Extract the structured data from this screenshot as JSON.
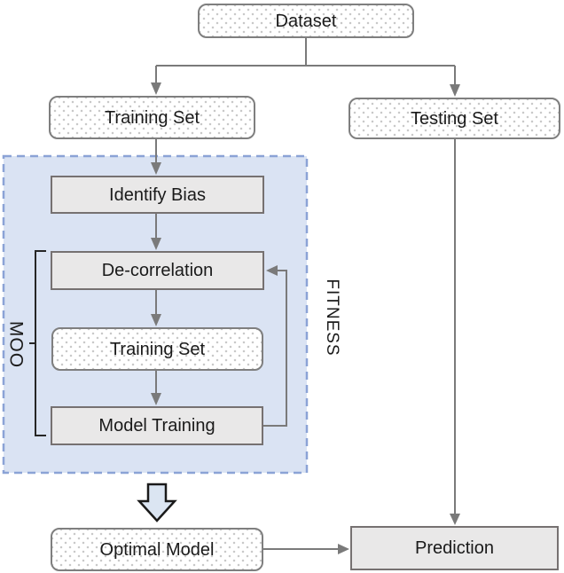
{
  "diagram": {
    "nodes": {
      "dataset": {
        "label": "Dataset"
      },
      "training_set_top": {
        "label": "Training Set"
      },
      "testing_set": {
        "label": "Testing Set"
      },
      "identify_bias": {
        "label": "Identify Bias"
      },
      "de_correlation": {
        "label": "De-correlation"
      },
      "training_set_inner": {
        "label": "Training Set"
      },
      "model_training": {
        "label": "Model Training"
      },
      "optimal_model": {
        "label": "Optimal Model"
      },
      "prediction": {
        "label": "Prediction"
      }
    },
    "labels": {
      "moo": "MOO",
      "fitness": "FITNESS"
    },
    "colors": {
      "connector_gray": "#7a7a7a",
      "box_border_gray": "#7f7f7f",
      "solid_box_fill": "#e9e8e8",
      "solid_box_border": "#767171",
      "panel_fill": "#dae3f3",
      "panel_border": "#8ba3d6",
      "block_arrow_fill": "#dbe5f2",
      "block_arrow_border": "#1a1a1a",
      "dot_pattern": "#c9c9c9",
      "bracket_black": "#262626",
      "text": "#1a1a1a"
    }
  }
}
